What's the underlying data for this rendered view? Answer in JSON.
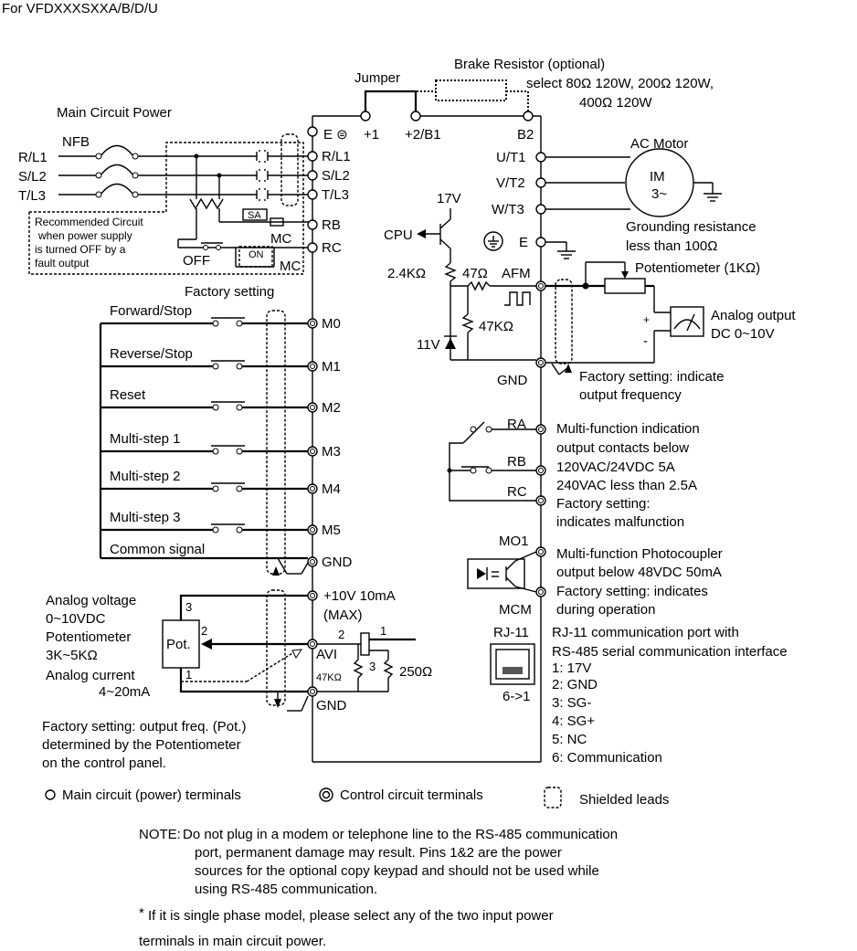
{
  "header": {
    "model": "For VFDXXXSXXA/B/D/U"
  },
  "main_circuit": {
    "title": "Main Circuit Power",
    "nfb": "NFB",
    "inputs": [
      "R/L1",
      "S/L2",
      "T/L3"
    ],
    "recommended_note": [
      "Recommended Circuit",
      "when power supply",
      "is turned OFF by a",
      "fault output"
    ],
    "sa": "SA",
    "mc": "MC",
    "off": "OFF",
    "on": "ON",
    "factory_setting": "Factory setting"
  },
  "top": {
    "jumper": "Jumper",
    "brake_resistor": "Brake Resistor (optional)",
    "brake_select_1": "select 80Ω  120W, 200Ω 120W,",
    "brake_select_2": "400Ω 120W",
    "terminal_e": "E ⊜",
    "terminal_plus1": "+1",
    "terminal_plus2_b1": "+2/B1",
    "terminal_b2": "B2"
  },
  "drive_terminals": {
    "main_left": [
      "R/L1",
      "S/L2",
      "T/L3"
    ],
    "rb": "RB",
    "rc": "RC",
    "outputs": [
      "U/T1",
      "V/T2",
      "W/T3"
    ],
    "e": "E"
  },
  "motor": {
    "title": "AC Motor",
    "im": "IM",
    "phase": "3~",
    "grounding": [
      "Grounding resistance",
      "less than 100Ω"
    ]
  },
  "cpu": {
    "v17": "17V",
    "cpu": "CPU",
    "r24k": "2.4KΩ",
    "r47": "47Ω",
    "afm": "AFM",
    "r47k": "47KΩ",
    "v11": "11V",
    "gnd": "GND"
  },
  "analog_output": {
    "potentiometer": "Potentiometer (1KΩ)",
    "title": "Analog output",
    "range": "DC 0~10V",
    "plus": "+",
    "minus": "-",
    "factory_1": "Factory setting: indicate",
    "factory_2": "output frequency"
  },
  "digital_inputs": [
    {
      "label": "Forward/Stop",
      "terminal": "M0"
    },
    {
      "label": "Reverse/Stop",
      "terminal": "M1"
    },
    {
      "label": "Reset",
      "terminal": "M2"
    },
    {
      "label": "Multi-step 1",
      "terminal": "M3"
    },
    {
      "label": "Multi-step 2",
      "terminal": "M4"
    },
    {
      "label": "Multi-step 3",
      "terminal": "M5"
    },
    {
      "label": "Common signal",
      "terminal": "GND"
    }
  ],
  "relay": {
    "ra": "RA",
    "rb": "RB",
    "rc": "RC",
    "lines": [
      "Multi-function indication",
      "output contacts below",
      "120VAC/24VDC 5A",
      "240VAC less than 2.5A",
      "Factory setting:",
      "indicates malfunction"
    ]
  },
  "photocoupler": {
    "mo1": "MO1",
    "mcm": "MCM",
    "lines": [
      "Multi-function Photocoupler",
      "output below 48VDC 50mA",
      "Factory setting: indicates",
      "during operation"
    ]
  },
  "analog_input": {
    "voltage": [
      "Analog voltage",
      "0~10VDC"
    ],
    "potentiometer": [
      "Potentiometer",
      "3K~5KΩ"
    ],
    "current": [
      "Analog current",
      "4~20mA"
    ],
    "pot": "Pot.",
    "pin1": "1",
    "pin2": "2",
    "pin3": "3",
    "v10": "+10V 10mA",
    "max": "(MAX)",
    "avi": "AVI",
    "r47k": "47KΩ",
    "r250": "250Ω",
    "gnd": "GND",
    "factory": [
      "Factory setting: output freq. (Pot.)",
      "determined by the Potentiometer",
      "on the control panel."
    ]
  },
  "rj11": {
    "title": "RJ-11",
    "dir": "6->1",
    "desc_1": "RJ-11 communication port with",
    "desc_2": "RS-485 serial communication interface",
    "pins": [
      "1: 17V",
      "2: GND",
      "3: SG-",
      "4: SG+",
      "5: NC",
      "6: Communication"
    ]
  },
  "legend": {
    "main": "Main circuit (power) terminals",
    "control": "Control circuit terminals",
    "shielded": "Shielded leads"
  },
  "note": {
    "label": "NOTE:",
    "lines": [
      "Do not plug in a modem or telephone line to the RS-485 communication",
      "port, permanent damage may result. Pins 1&2 are the power",
      "sources for the optional copy keypad and should not be used while",
      "using RS-485 communication."
    ],
    "star": "*",
    "single_1": "If it is single phase model, please select any of the two input power",
    "single_2": "terminals in main circuit power."
  }
}
